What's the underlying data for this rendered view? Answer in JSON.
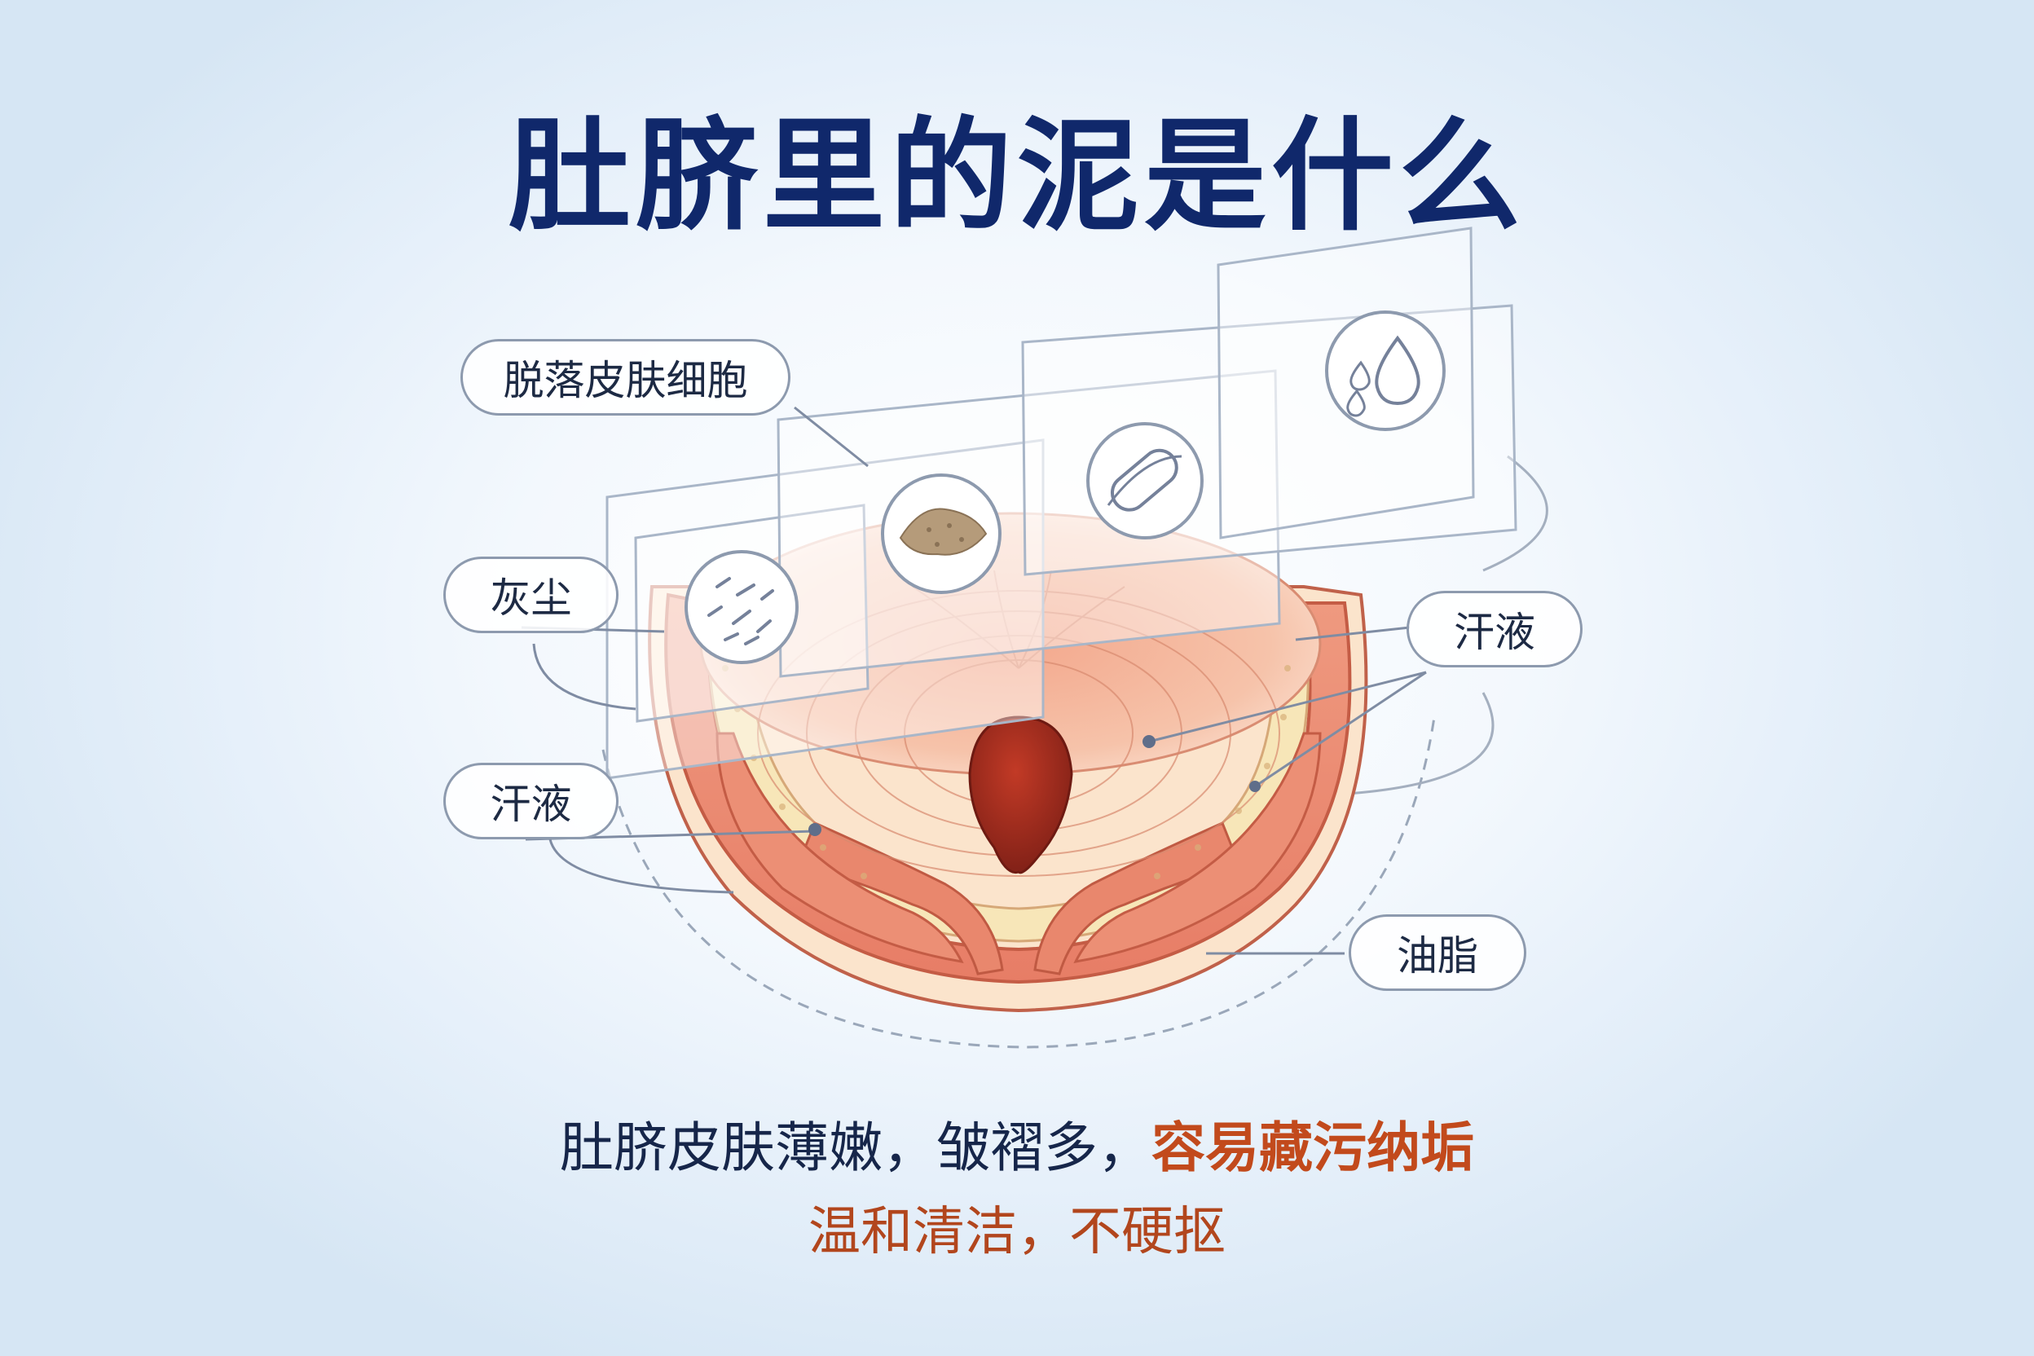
{
  "title": "肚脐里的泥是什么",
  "labels": {
    "shed_skin_cells": "脱落皮肤细胞",
    "dust": "灰尘",
    "sweat_left": "汗液",
    "sweat_right": "汗液",
    "oil": "油脂"
  },
  "icons": [
    "dust-particles-icon",
    "skin-flakes-icon",
    "bandage-icon",
    "water-drops-icon"
  ],
  "caption": {
    "line1_prefix": "肚脐皮肤薄嫩，皱褶多，",
    "line1_highlight": "容易藏污纳垢",
    "line2": "温和清洁，不硬抠"
  },
  "colors": {
    "title": "#10286b",
    "highlight": "#c24a1c",
    "skin_outer": "#f0a589",
    "fat_layer": "#f7e6b8",
    "navel_cavity": "#9c2a1f"
  }
}
